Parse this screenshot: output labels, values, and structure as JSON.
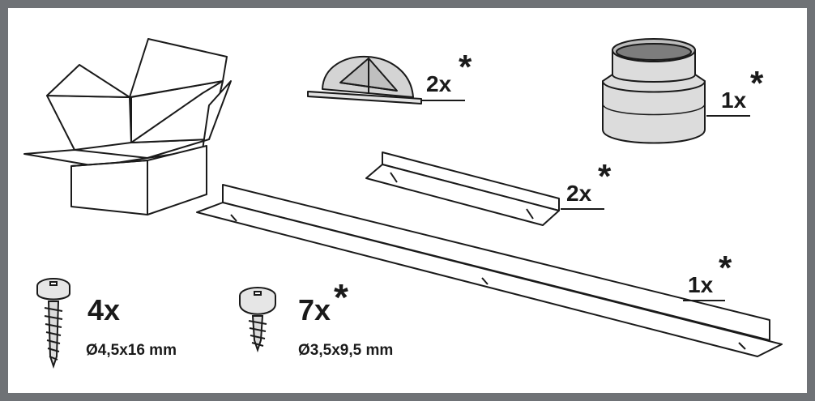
{
  "parts": {
    "flap_qty": "2x",
    "adapter_qty": "1x",
    "short_rail_qty": "2x",
    "long_rail_qty": "1x",
    "optional_mark": "*",
    "screw_large_qty": "4x",
    "screw_large_spec": "Ø4,5x16 mm",
    "screw_small_qty": "7x",
    "screw_small_spec": "Ø3,5x9,5 mm"
  },
  "colors": {
    "frame": "#6f7276",
    "ink": "#1a1a1a",
    "metal_light": "#e2e2e2",
    "metal_dark": "#8a8a8a"
  },
  "icons": [
    "cardboard-box-icon",
    "damper-flap-icon",
    "duct-adapter-icon",
    "short-rail-icon",
    "long-rail-icon",
    "large-screw-icon",
    "small-screw-icon"
  ]
}
